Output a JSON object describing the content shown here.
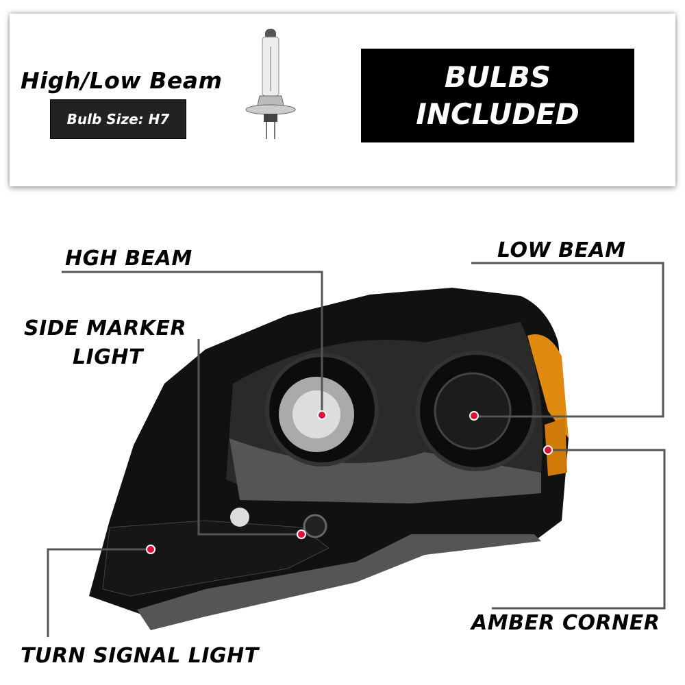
{
  "banner": {
    "beam_title": "High/Low Beam",
    "bulb_size": "Bulb Size: H7",
    "included_line1": "BULBS",
    "included_line2": "INCLUDED"
  },
  "callouts": {
    "high_beam": "HGH BEAM",
    "side_marker_line1": "SIDE MARKER",
    "side_marker_line2": "LIGHT",
    "low_beam": "LOW BEAM",
    "amber_corner": "AMBER CORNER",
    "turn_signal": "TURN SIGNAL LIGHT"
  },
  "colors": {
    "dot": "#e0103a",
    "amber": "#e08a10",
    "housing": "#111111"
  }
}
